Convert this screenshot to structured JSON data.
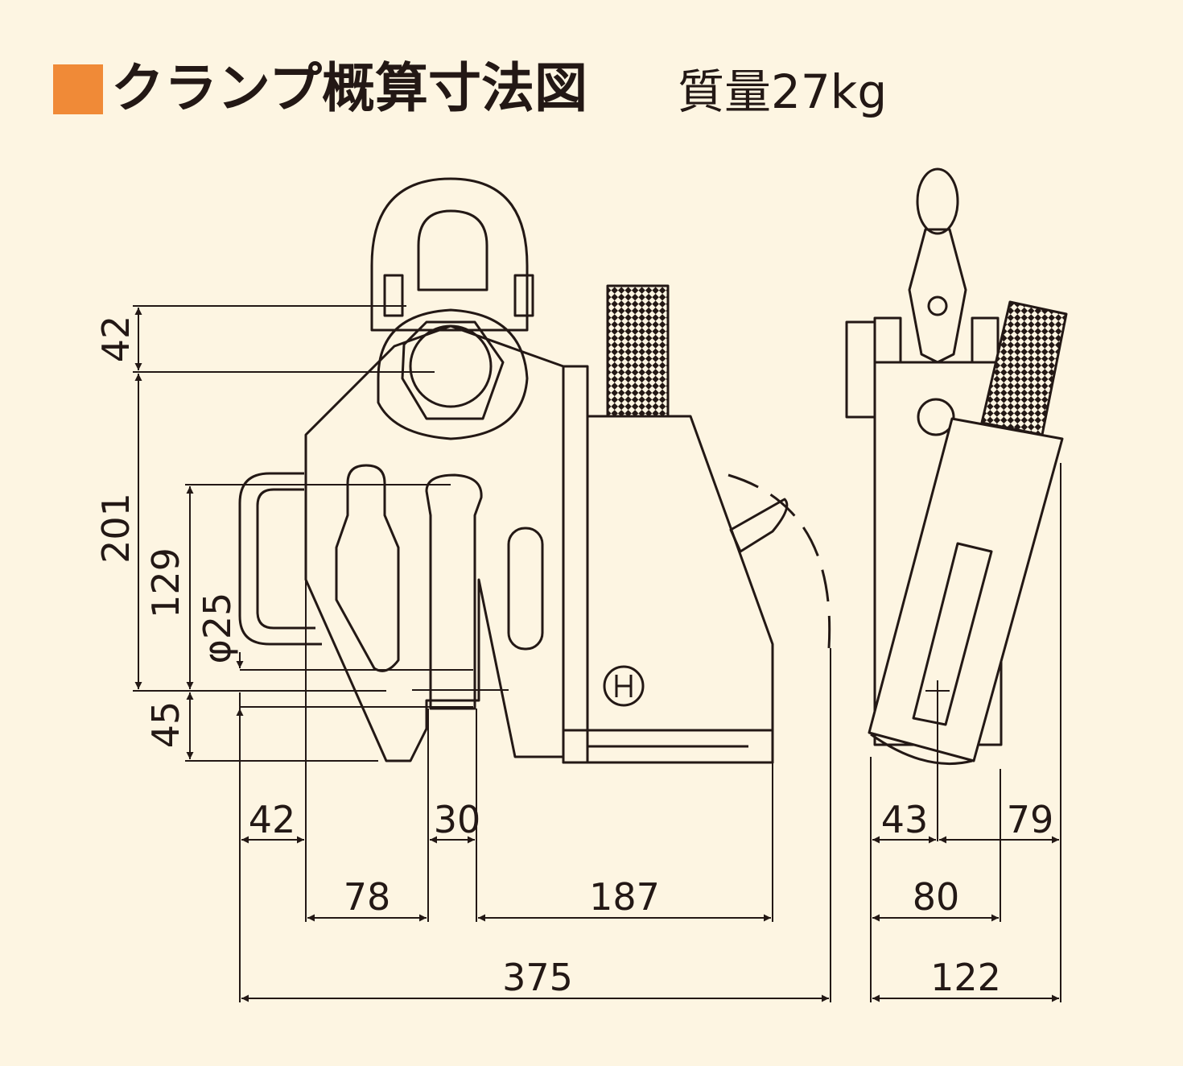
{
  "header": {
    "title": "クランプ概算寸法図",
    "mass": "質量27kg",
    "accent_color": "#f08a37"
  },
  "dimensions": {
    "front": {
      "height_top": "42",
      "height_main": "201",
      "height_inner": "129",
      "pin_diameter": "φ25",
      "height_bottom": "45",
      "width_handle": "42",
      "width_slot": "30",
      "width_jaw": "78",
      "width_body": "187",
      "width_total": "375"
    },
    "side": {
      "width_left": "43",
      "width_right": "79",
      "width_mid": "80",
      "width_total": "122"
    }
  },
  "colors": {
    "line": "#231815",
    "background": "#fdf5e2"
  }
}
